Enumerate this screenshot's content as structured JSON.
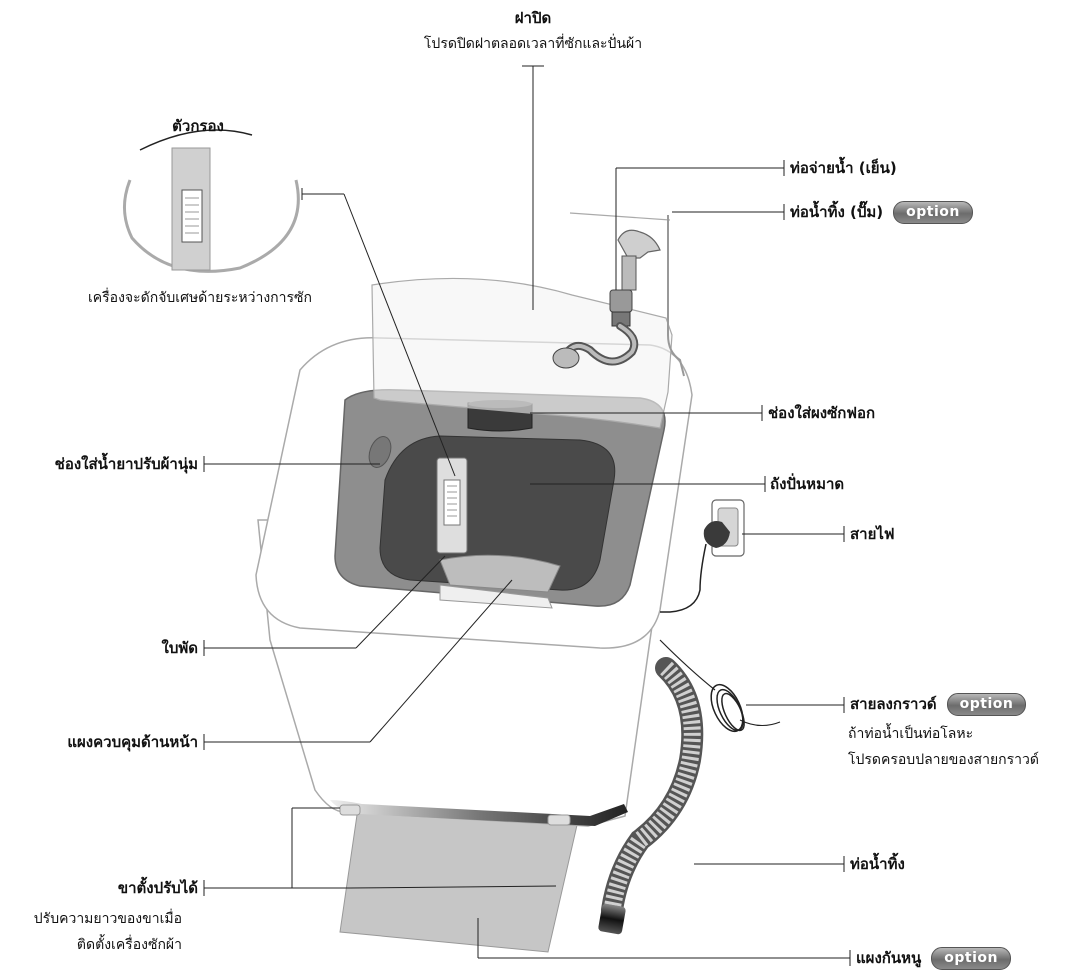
{
  "labels": {
    "lid": {
      "title": "ฝาปิด",
      "desc": "โปรดปิดฝาตลอดเวลาที่ซักและปั่นผ้า"
    },
    "filter": {
      "title": "ตัวกรอง",
      "desc": "เครื่องจะดักจับเศษด้ายระหว่างการซัก"
    },
    "water_supply_hose": {
      "title": "ท่อจ่ายน้ำ (เย็น)"
    },
    "drain_hose_pump": {
      "title": "ท่อน้ำทิ้ง (ปั๊ม)",
      "badge": "option"
    },
    "detergent_dispenser": {
      "title": "ช่องใส่ผงซักฟอก"
    },
    "softener_dispenser": {
      "title": "ช่องใส่น้ำยาปรับผ้านุ่ม"
    },
    "spin_basket": {
      "title": "ถังปั่นหมาด"
    },
    "power_cord": {
      "title": "สายไฟ"
    },
    "pulsator": {
      "title": "ใบพัด"
    },
    "ground_wire": {
      "title": "สายลงกราวด์",
      "badge": "option",
      "desc_line1": "ถ้าท่อน้ำเป็นท่อโลหะ",
      "desc_line2": "โปรดครอบปลายของสายกราวด์"
    },
    "control_panel": {
      "title": "แผงควบคุมด้านหน้า"
    },
    "drain_hose": {
      "title": "ท่อน้ำทิ้ง"
    },
    "adjustable_feet": {
      "title": "ขาตั้งปรับได้",
      "desc_line1": "ปรับความยาวของขาเมื่อ",
      "desc_line2": "ติดตั้งเครื่องซักผ้า"
    },
    "rat_cover": {
      "title": "แผงกันหนู",
      "badge": "option"
    }
  }
}
